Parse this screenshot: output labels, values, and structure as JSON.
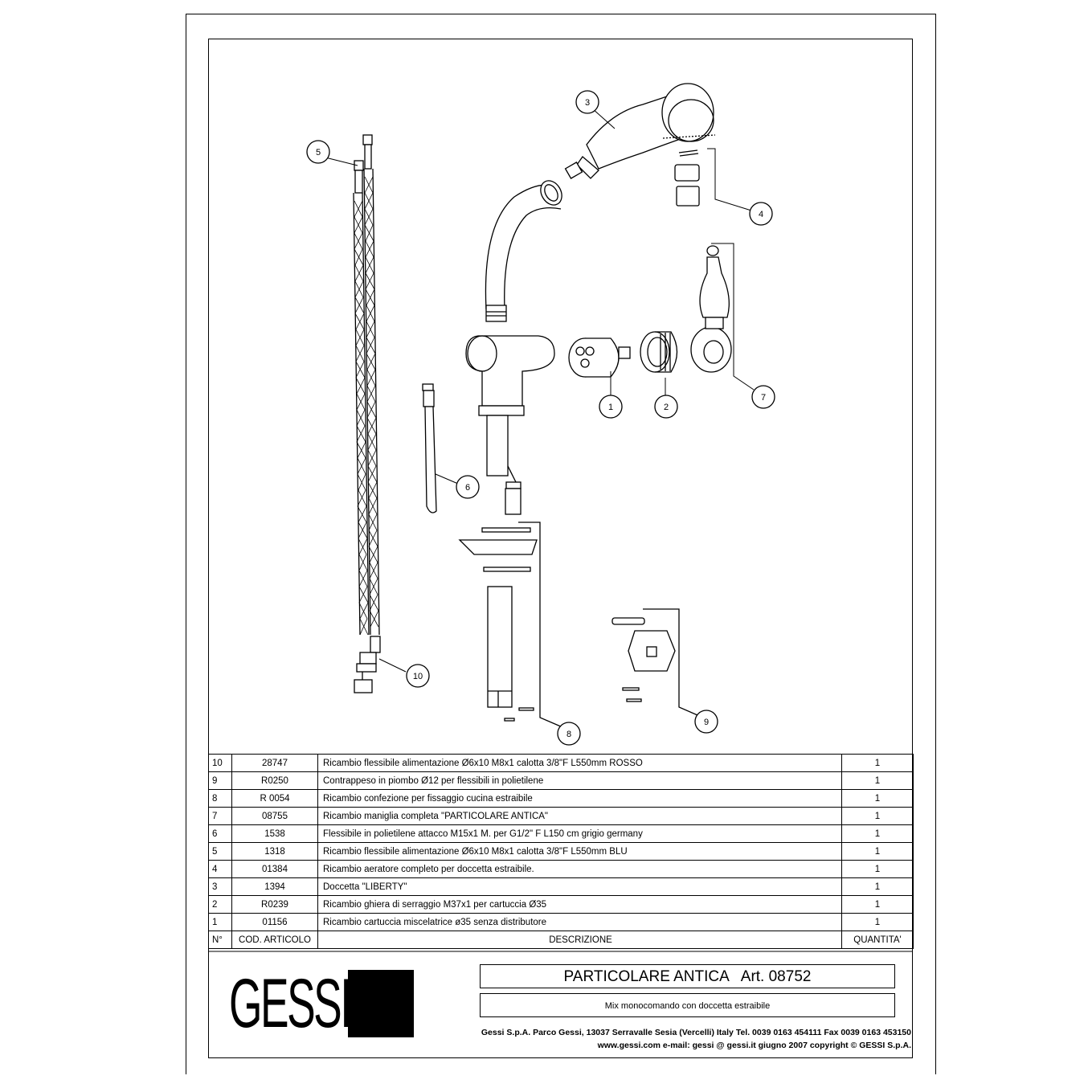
{
  "callouts": [
    "1",
    "2",
    "3",
    "4",
    "5",
    "6",
    "7",
    "8",
    "9",
    "10"
  ],
  "table": {
    "headers": {
      "num": "N°",
      "code": "COD. ARTICOLO",
      "desc": "DESCRIZIONE",
      "qty": "QUANTITA'"
    },
    "rows": [
      {
        "num": "10",
        "code": "28747",
        "desc": "Ricambio flessibile alimentazione Ø6x10 M8x1 calotta 3/8\"F L550mm ROSSO",
        "qty": "1"
      },
      {
        "num": "9",
        "code": "R0250",
        "desc": "Contrappeso in piombo Ø12 per flessibili in polietilene",
        "qty": "1"
      },
      {
        "num": "8",
        "code": "R 0054",
        "desc": "Ricambio confezione per fissaggio cucina estraibile",
        "qty": "1"
      },
      {
        "num": "7",
        "code": "08755",
        "desc": "Ricambio maniglia completa \"PARTICOLARE ANTICA\"",
        "qty": "1"
      },
      {
        "num": "6",
        "code": "1538",
        "desc": "Flessibile in polietilene attacco M15x1 M. per G1/2\" F L150 cm grigio germany",
        "qty": "1"
      },
      {
        "num": "5",
        "code": "1318",
        "desc": "Ricambio flessibile alimentazione Ø6x10 M8x1 calotta 3/8\"F L550mm BLU",
        "qty": "1"
      },
      {
        "num": "4",
        "code": "01384",
        "desc": "Ricambio aeratore completo per doccetta estraibile.",
        "qty": "1"
      },
      {
        "num": "3",
        "code": "1394",
        "desc": "Doccetta \"LIBERTY\"",
        "qty": "1"
      },
      {
        "num": "2",
        "code": "R0239",
        "desc": "Ricambio ghiera di serraggio M37x1 per cartuccia Ø35",
        "qty": "1"
      },
      {
        "num": "1",
        "code": "01156",
        "desc": "Ricambio cartuccia miscelatrice ø35 senza distributore",
        "qty": "1"
      }
    ]
  },
  "title_block": {
    "logo": "GESSI",
    "title": "PARTICOLARE ANTICA",
    "article": "Art. 08752",
    "subtitle": "Mix monocomando con doccetta estraibile",
    "company_line1": "Gessi S.p.A. Parco Gessi, 13037 Serravalle Sesia (Vercelli) Italy Tel. 0039 0163 454111 Fax 0039 0163 453150",
    "company_line2": "www.gessi.com e-mail: gessi @ gessi.it giugno 2007 copyright © GESSI S.p.A."
  }
}
